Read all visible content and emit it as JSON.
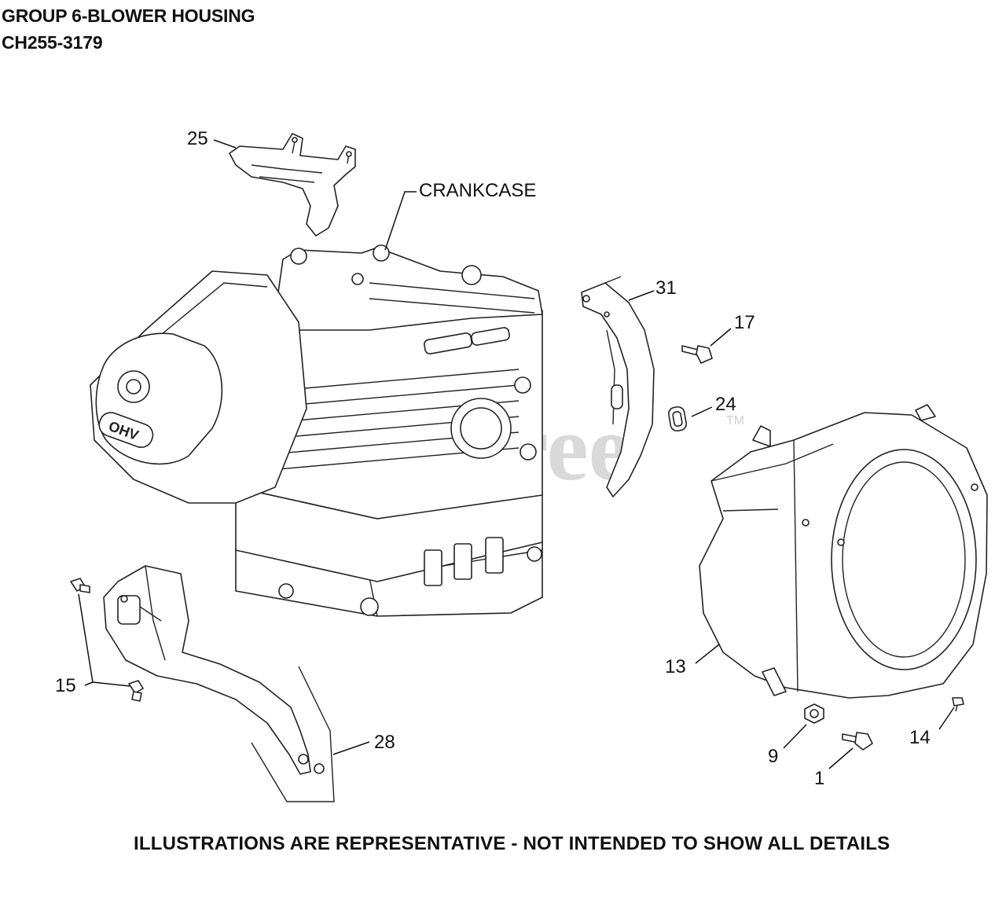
{
  "header": {
    "group_title": "GROUP 6-BLOWER HOUSING",
    "model": "CH255-3179"
  },
  "diagram": {
    "crankcase_label": "CRANKCASE",
    "watermark": "PartsTree",
    "trademark": "TM",
    "engine_badge": "OHV",
    "callouts": {
      "p1": "1",
      "p9": "9",
      "p13": "13",
      "p14": "14",
      "p15": "15",
      "p17": "17",
      "p24": "24",
      "p25": "25",
      "p28": "28",
      "p31": "31"
    }
  },
  "footer": {
    "disclaimer": "ILLUSTRATIONS ARE REPRESENTATIVE - NOT INTENDED TO SHOW ALL DETAILS"
  }
}
